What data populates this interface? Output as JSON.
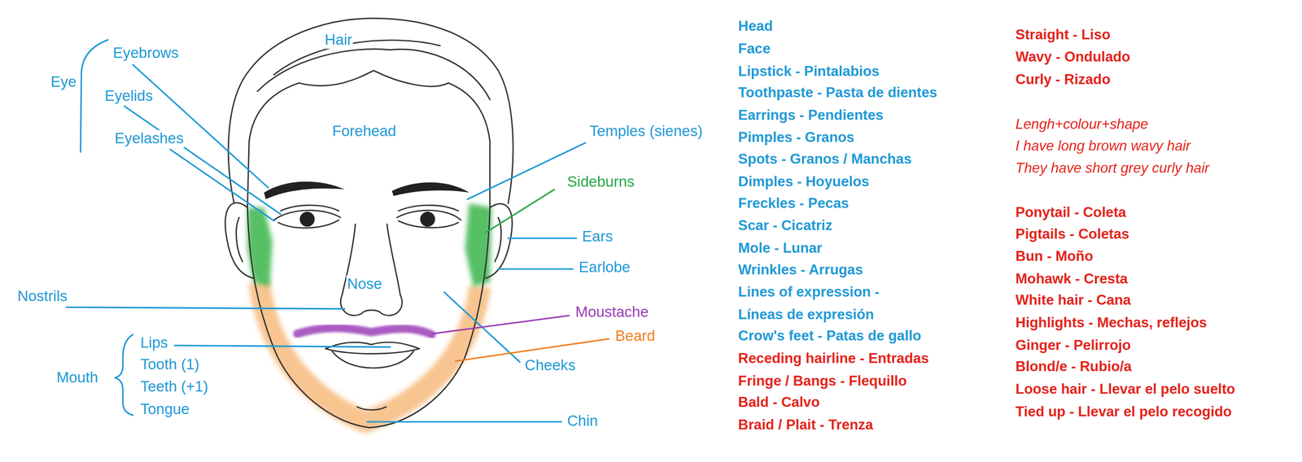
{
  "diagram": {
    "labels": [
      "Hair",
      "Eye",
      "Eyebrows",
      "Eyelids",
      "Forehead",
      "Temples (sienes)",
      "Eyelashes",
      "Sideburns",
      "Ears",
      "Earlobe",
      "Nose",
      "Nostrils",
      "Moustache",
      "Beard",
      "Lips",
      "Cheeks",
      "Mouth",
      "Tooth (1)",
      "Teeth (+1)",
      "Tongue",
      "Chin",
      "Head",
      "Face",
      "Lipstick - Pintalabios",
      "Toothpaste - Pasta de dientes",
      "Earrings - Pendientes",
      "Pimples - Granos",
      "Spots - Granos / Manchas",
      "Dimples - Hoyuelos",
      "Freckles - Pecas",
      "Scar - Cicatriz",
      "Mole - Lunar",
      "Wrinkles - Arrugas",
      "Lines of expression -",
      "Líneas de expresión",
      "Crow's feet - Patas de gallo",
      "Receding hairline - Entradas",
      "Fringe / Bangs - Flequillo",
      "Bald - Calvo",
      "Braid / Plait - Trenza",
      "Straight - Liso",
      "Wavy - Ondulado",
      "Curly - Rizado",
      "Lengh+colour+shape",
      "I have long brown wavy hair",
      "They have short grey curly hair",
      "Ponytail - Coleta",
      "Pigtails - Coletas",
      "Bun - Moño",
      "Mohawk - Cresta",
      "White hair - Cana",
      "Highlights - Mechas, reflejos",
      "Ginger - Pelirrojo",
      "Blond/e - Rubio/a",
      "Loose hair - Llevar el pelo suelto",
      "Tied up - Llevar el pelo recogido"
    ]
  }
}
